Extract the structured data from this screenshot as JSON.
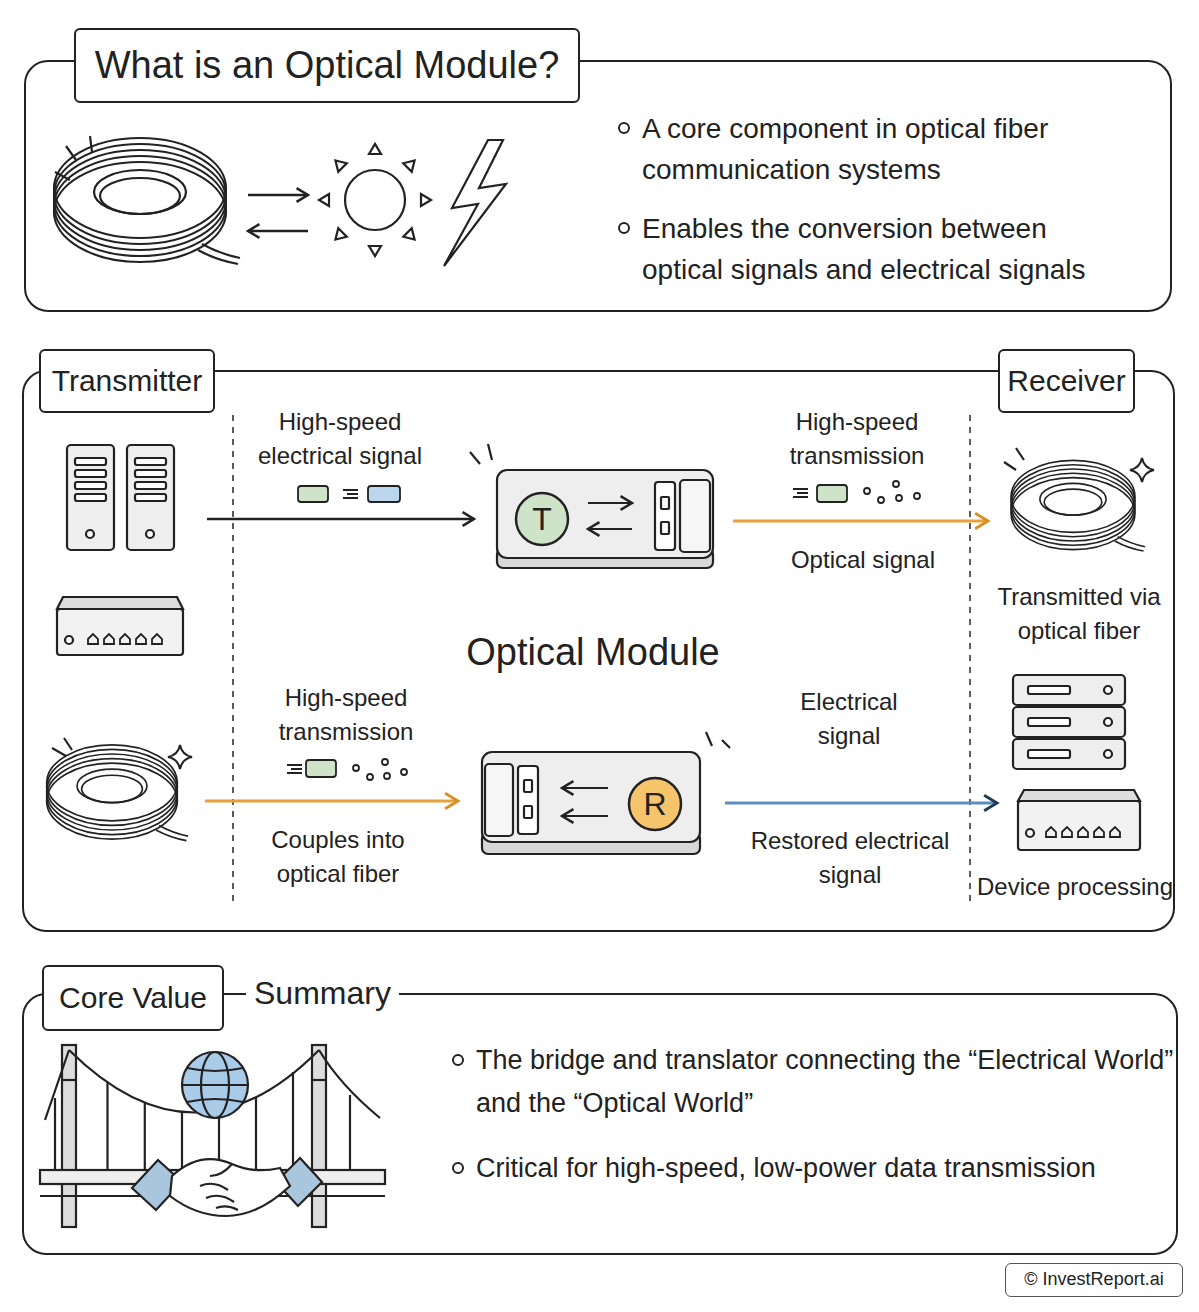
{
  "diagram": {
    "title": "What is an Optical Module?",
    "nodes": [
      {
        "text": [
          "A core component in optical fiber communication systems",
          "Enables the conversion between optical signals and electrical signals"
        ]
      },
      {
        "text": [
          "Optical Module"
        ]
      },
      {
        "text": [
          "Transmitter"
        ],
        "in": 1
      },
      {
        "text": [
          "Receiver"
        ],
        "in": 1
      },
      {
        "text": [
          "T"
        ],
        "in": 1
      },
      {
        "text": [
          "R"
        ],
        "in": 1
      },
      {
        "text": [
          "Summary",
          "The bridge and translator connecting the “Electrical World” and the “Optical World”",
          "Critical for high-speed, low-power data transmission"
        ]
      },
      {
        "text": [
          "Core Value"
        ],
        "in": 6
      }
    ],
    "labels": [
      "High-speed electrical signal",
      "High-speed transmission",
      "Optical signal",
      "Transmitted via optical fiber",
      "High-speed transmission",
      "Couples into optical fiber",
      "Electrical signal",
      "Restored electrical signal",
      "Device processing",
      "© InvestReport.ai"
    ]
  }
}
